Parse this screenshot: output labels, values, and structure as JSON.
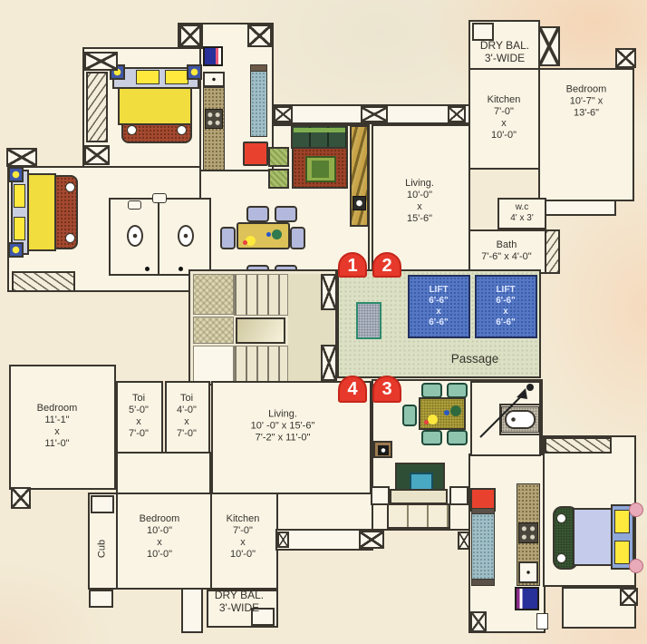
{
  "palette": {
    "background": "#f3ebd6",
    "wall": "#3a362e",
    "marker_red": "#e6392b",
    "lift_blue": "#5578c5",
    "passage_green": "#dce1c5",
    "bed_yellow": "#f2dd3f",
    "frame_brown": "#a4492f"
  },
  "markers": {
    "m1": "1",
    "m2": "2",
    "m3": "3",
    "m4": "4"
  },
  "passage_label": "Passage",
  "lifts": {
    "lift1": "LIFT\n6'-6\"\nx\n6'-6\"",
    "lift2": "LIFT\n6'-6\"\nx\n6'-6\""
  },
  "units": {
    "top_right": {
      "dry_bal": "DRY BAL.\n3'-WIDE",
      "kitchen": "Kitchen\n7'-0\"\nx\n10'-0\"",
      "bedroom": "Bedroom\n10'-7\" x 13'-6\"",
      "living": "Living.\n10'-0\"\nx\n15'-6\"",
      "wc": "w.c\n4' x 3'",
      "bath": "Bath\n7'-6\" x 4'-0\""
    },
    "bottom_left": {
      "bedroom1": "Bedroom\n11'-1\"\nx\n11'-0\"",
      "toi1": "Toi\n5'-0\"\nx\n7'-0\"",
      "toi2": "Toi\n4'-0\"\nx\n7'-0\"",
      "living": "Living.\n10' -0\" x 15'-6\"\n7'-2\" x 11'-0\"",
      "cub": "Cub",
      "bedroom2": "Bedroom\n10'-0\"\nx\n10'-0\"",
      "kitchen": "Kitchen\n7'-0\"\nx\n10'-0\"",
      "dry_bal": "DRY BAL.\n3'-WIDE"
    }
  }
}
